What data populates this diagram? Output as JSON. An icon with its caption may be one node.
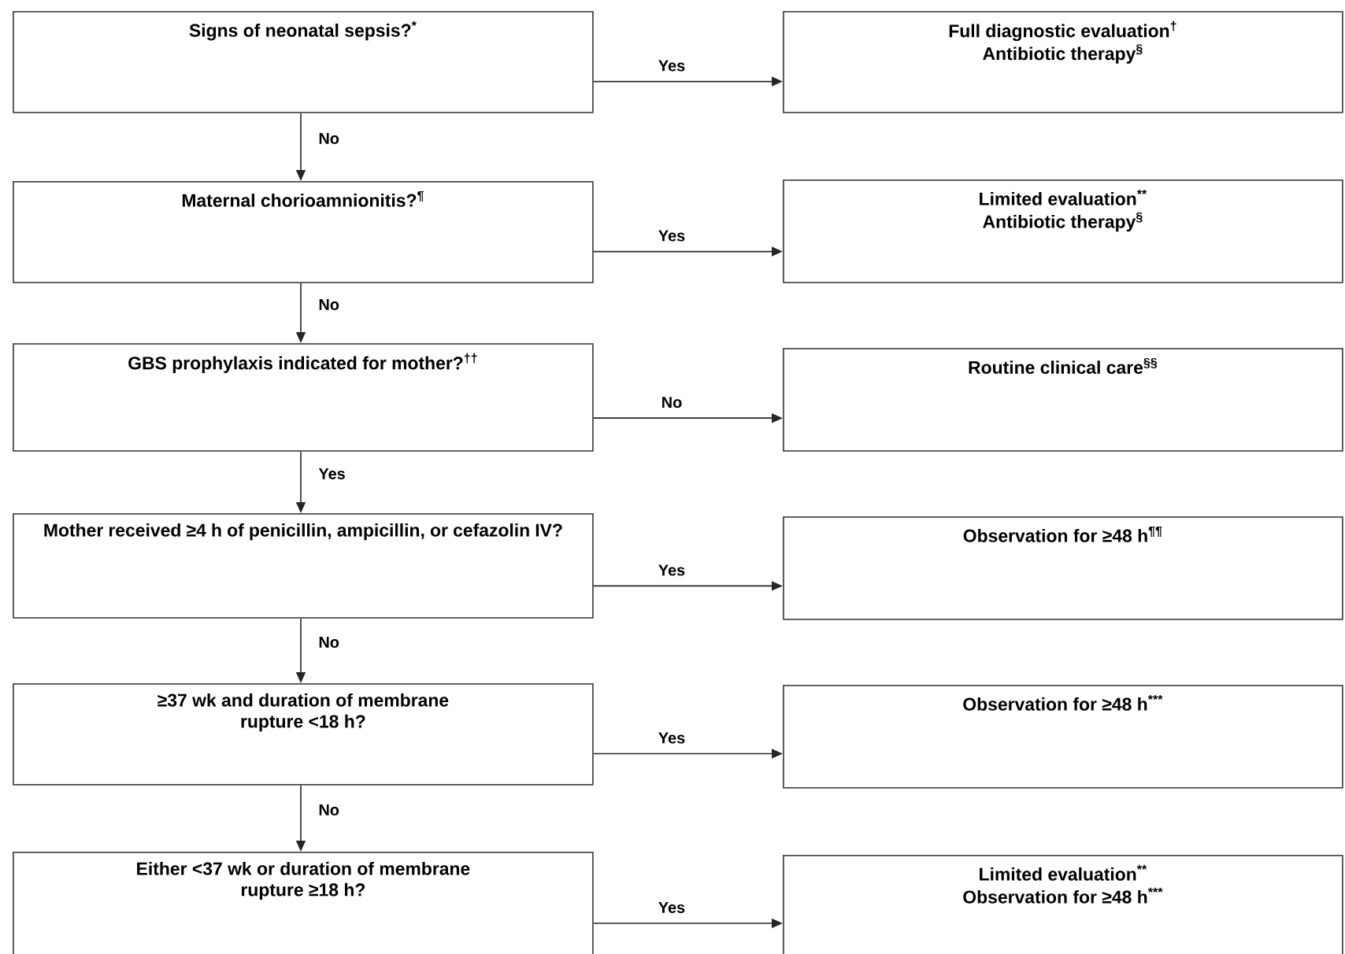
{
  "diagram": {
    "nodes": [
      {
        "text": [
          "Signs of neonatal sepsis?$^{*}$"
        ]
      },
      {
        "text": [
          "Full diagnostic evaluation$^{†}$",
          "Antibiotic therapy$^{§}$"
        ]
      },
      {
        "text": [
          "Maternal chorioamnionitis?$^{¶}$"
        ]
      },
      {
        "text": [
          "Limited evaluation$^{**}$",
          "Antibiotic therapy$^{§}$"
        ]
      },
      {
        "text": [
          "GBS prophylaxis indicated for mother?$^{††}$"
        ]
      },
      {
        "text": [
          "Routine clinical care$^{§§}$"
        ]
      },
      {
        "text": [
          "Mother received ≥4 h of penicillin, ampicillin, or cefazolin IV?"
        ]
      },
      {
        "text": [
          "Observation for ≥48 h$^{¶¶}$"
        ]
      },
      {
        "text": [
          "≥37 wk and duration of membrane rupture <18 h?"
        ]
      },
      {
        "text": [
          "Observation for ≥48 h$^{***}$"
        ]
      },
      {
        "text": [
          "Either <37 wk or duration of membrane rupture ≥18 h?"
        ]
      },
      {
        "text": [
          "Limited evaluation$^{**}$",
          "Observation for ≥48 h$^{***}$"
        ]
      }
    ],
    "edges": [
      {
        "from": 0,
        "to": 1,
        "arrow": "to",
        "label": "Yes"
      },
      {
        "from": 0,
        "to": 2,
        "arrow": "to",
        "label": "No"
      },
      {
        "from": 2,
        "to": 3,
        "arrow": "to",
        "label": "Yes"
      },
      {
        "from": 2,
        "to": 4,
        "arrow": "to",
        "label": "No"
      },
      {
        "from": 4,
        "to": 5,
        "arrow": "to",
        "label": "No"
      },
      {
        "from": 4,
        "to": 6,
        "arrow": "to",
        "label": "Yes"
      },
      {
        "from": 6,
        "to": 7,
        "arrow": "to",
        "label": "Yes"
      },
      {
        "from": 6,
        "to": 8,
        "arrow": "to",
        "label": "No"
      },
      {
        "from": 8,
        "to": 9,
        "arrow": "to",
        "label": "Yes"
      },
      {
        "from": 8,
        "to": 10,
        "arrow": "to",
        "label": "No"
      },
      {
        "from": 10,
        "to": 11,
        "arrow": "to",
        "label": "Yes"
      }
    ]
  }
}
